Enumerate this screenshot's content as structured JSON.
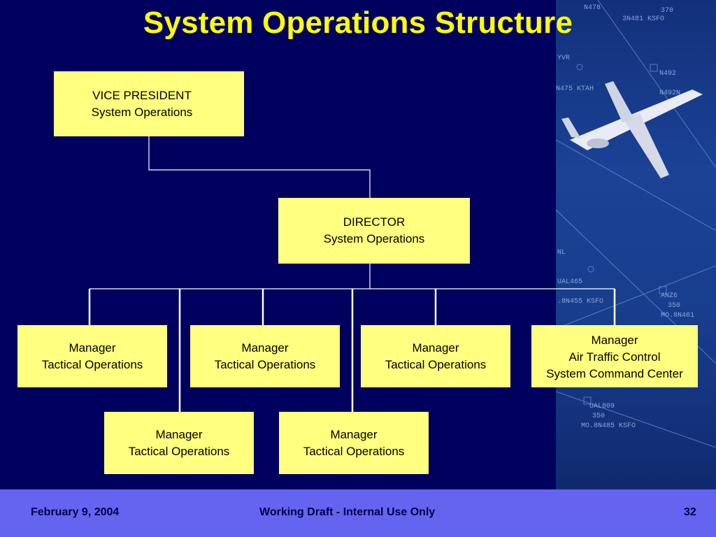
{
  "title": "System Operations Structure",
  "nodes": {
    "vp": {
      "line1": "VICE PRESIDENT",
      "line2": "System Operations"
    },
    "director": {
      "line1": "DIRECTOR",
      "line2": "System Operations"
    },
    "managers": [
      {
        "line1": "Manager",
        "line2": "Tactical Operations"
      },
      {
        "line1": "Manager",
        "line2": "Tactical Operations"
      },
      {
        "line1": "Manager",
        "line2": "Tactical Operations"
      },
      {
        "line1": "Manager",
        "line2": "Tactical Operations"
      },
      {
        "line1": "Manager",
        "line2": "Tactical Operations"
      }
    ],
    "atcscc": {
      "line1": "Manager",
      "line2": "Air Traffic Control",
      "line3": "System Command Center"
    }
  },
  "footer": {
    "date": "February 9, 2004",
    "notice": "Working Draft -  Internal Use Only",
    "page": "32"
  },
  "background": {
    "photo_labels": [
      "N478",
      "3N481 KSFO",
      "370",
      "YVR",
      "N492",
      "N475 KTAH",
      "N492N",
      "NL",
      "UAL465",
      ".8N455 KSFO",
      "ANZ6",
      "350",
      "MO.8N461",
      "UAL809",
      "350",
      "MO.8N485 KSFO"
    ]
  },
  "colors": {
    "slide_background": "#00005e",
    "title": "#ffff00",
    "box_fill": "#ffff80",
    "connector": "#ffffff",
    "footer_band": "#6464f0",
    "footer_text": "#00004a"
  }
}
